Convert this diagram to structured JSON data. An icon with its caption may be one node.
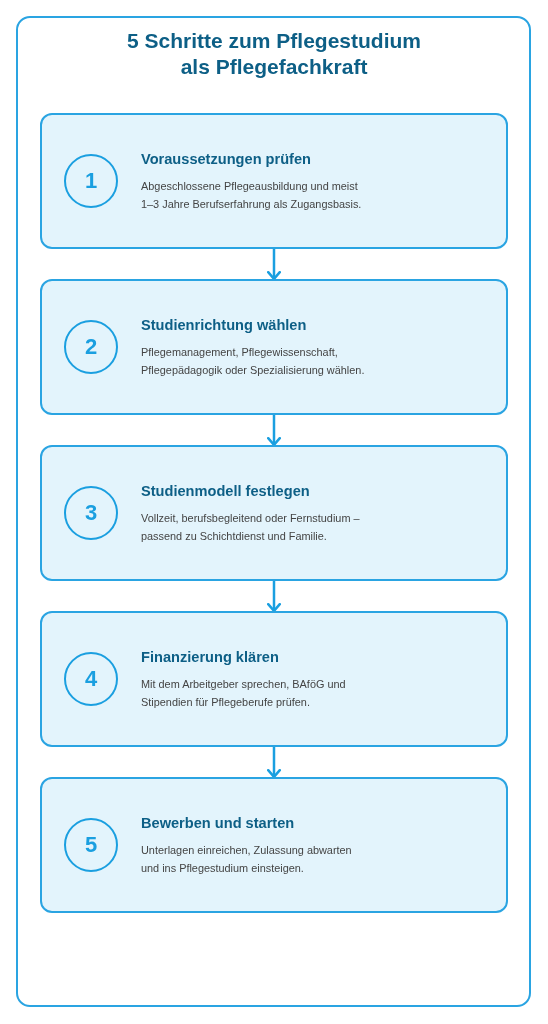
{
  "diagram": {
    "title": "5 Schritte zum Pflegestudium als Pflegefachkraft",
    "nodes": [
      {
        "text": [
          "Voraussetzungen prüfen",
          "Abgeschlossene Pflegeausbildung und meist 1–3 Jahre Berufserfahrung als Zugangsbasis."
        ]
      },
      {
        "text": [
          "1"
        ],
        "in": 0
      },
      {
        "text": [
          "Studienrichtung wählen",
          "Pflegemanagement, Pflegewissenschaft, Pflegepädagogik oder Spezialisierung wählen."
        ]
      },
      {
        "text": [
          "2"
        ],
        "in": 2
      },
      {
        "text": [
          "Studienmodell festlegen",
          "Vollzeit, berufsbegleitend oder Fernstudium – passend zu Schichtdienst und Familie."
        ]
      },
      {
        "text": [
          "3"
        ],
        "in": 4
      },
      {
        "text": [
          "Finanzierung klären",
          "Mit dem Arbeitgeber sprechen, BAföG und Stipendien für Pflegeberufe prüfen."
        ]
      },
      {
        "text": [
          "4"
        ],
        "in": 6
      },
      {
        "text": [
          "Bewerben und starten",
          "Unterlagen einreichen, Zulassung abwarten und ins Pflegestudium einsteigen."
        ]
      },
      {
        "text": [
          "5"
        ],
        "in": 8
      }
    ],
    "edges": [
      {
        "from": 0,
        "to": 2,
        "arrow": "to"
      },
      {
        "from": 2,
        "to": 4,
        "arrow": "to"
      },
      {
        "from": 4,
        "to": 6,
        "arrow": "to"
      },
      {
        "from": 6,
        "to": 8,
        "arrow": "to"
      }
    ]
  }
}
